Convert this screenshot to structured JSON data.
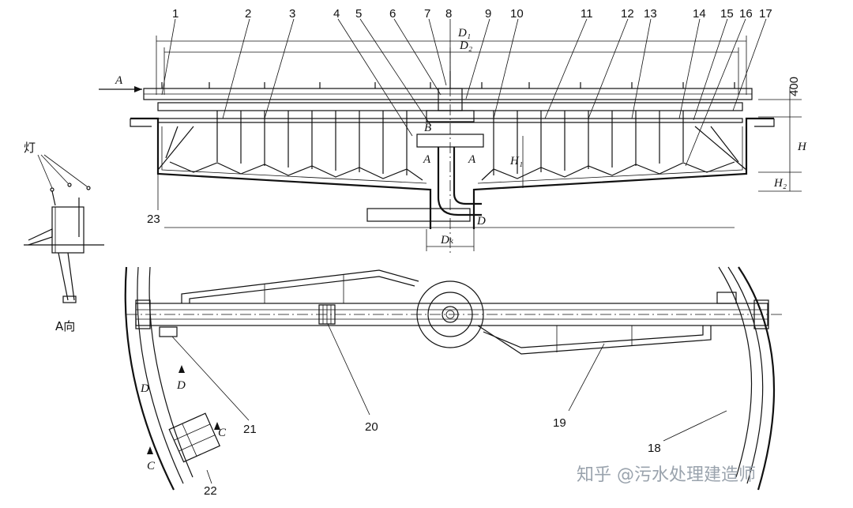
{
  "part_numbers": [
    "1",
    "2",
    "3",
    "4",
    "5",
    "6",
    "7",
    "8",
    "9",
    "10",
    "11",
    "12",
    "13",
    "14",
    "15",
    "16",
    "17",
    "18",
    "19",
    "20",
    "21",
    "22",
    "23"
  ],
  "dimensions": {
    "d1": "D₁",
    "d2": "D₂",
    "d": "D",
    "dk": "Dₖ",
    "h": "H",
    "h1": "H₁",
    "h2": "H₂",
    "top_400": "400"
  },
  "section_marks": {
    "a_arrow": "A",
    "a_left": "A",
    "a_right": "A",
    "b": "B",
    "c_left": "C",
    "c_right": "C",
    "d_left": "D",
    "d_right": "D"
  },
  "view_a": {
    "caption": "A向",
    "lamp_label": "灯"
  },
  "watermark": "知乎 @污水处理建造师"
}
